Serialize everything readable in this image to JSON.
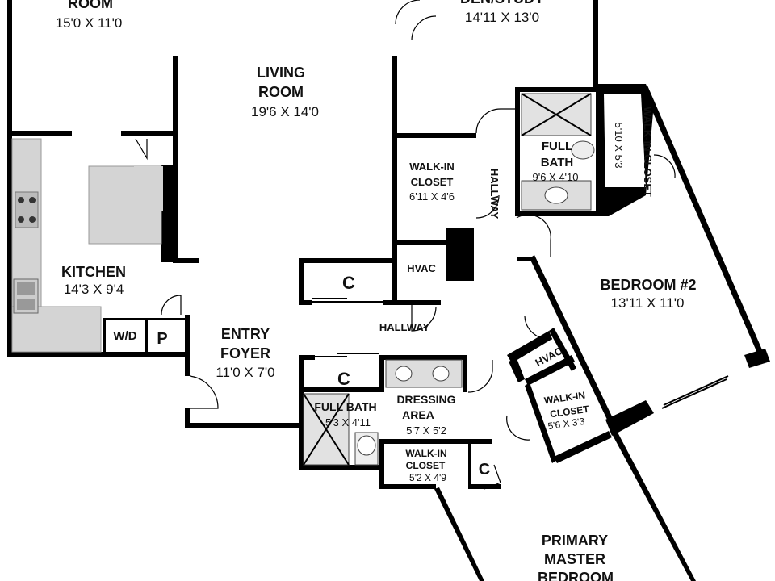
{
  "rooms": {
    "dining": {
      "name": "ROOM",
      "dims": "15'0 X 11'0"
    },
    "den": {
      "name": "DEN/STUDY",
      "dims": "14'11 X 13'0"
    },
    "living": {
      "name_1": "LIVING",
      "name_2": "ROOM",
      "dims": "19'6 X 14'0"
    },
    "full_bath_upper": {
      "name_1": "FULL",
      "name_2": "BATH",
      "dims": "9'6 X 4'10"
    },
    "walkin_closet_upper_right": {
      "name": "WALK-IN CLOSET",
      "dims": "5'10 X 5'3"
    },
    "walkin_closet_mid": {
      "name_1": "WALK-IN",
      "name_2": "CLOSET",
      "dims": "6'11 X 4'6"
    },
    "hallway_vertical": {
      "name": "HALLWAY"
    },
    "kitchen": {
      "name": "KITCHEN",
      "dims": "14'3 X 9'4"
    },
    "closet_c1": {
      "name": "C"
    },
    "hvac_1": {
      "name": "HVAC"
    },
    "bedroom2": {
      "name": "BEDROOM #2",
      "dims": "13'11 X 11'0"
    },
    "hallway_horizontal": {
      "name": "HALLWAY"
    },
    "washer_dryer": {
      "name": "W/D"
    },
    "pantry": {
      "name": "P"
    },
    "entry_foyer": {
      "name_1": "ENTRY",
      "name_2": "FOYER",
      "dims": "11'0 X 7'0"
    },
    "closet_c2": {
      "name": "C"
    },
    "hvac_2": {
      "name": "HVAC"
    },
    "full_bath_lower": {
      "name": "FULL BATH",
      "dims": "5'3 X 4'11"
    },
    "dressing_area": {
      "name_1": "DRESSING",
      "name_2": "AREA",
      "dims": "5'7 X 5'2"
    },
    "walkin_closet_lower_right": {
      "name_1": "WALK-IN",
      "name_2": "CLOSET",
      "dims": "5'6 X 3'3"
    },
    "walkin_closet_lower": {
      "name_1": "WALK-IN",
      "name_2": "CLOSET",
      "dims": "5'2 X 4'9"
    },
    "closet_c3": {
      "name": "C"
    },
    "primary_bedroom": {
      "name_1": "PRIMARY",
      "name_2": "MASTER",
      "name_3": "BEDROOM"
    }
  }
}
